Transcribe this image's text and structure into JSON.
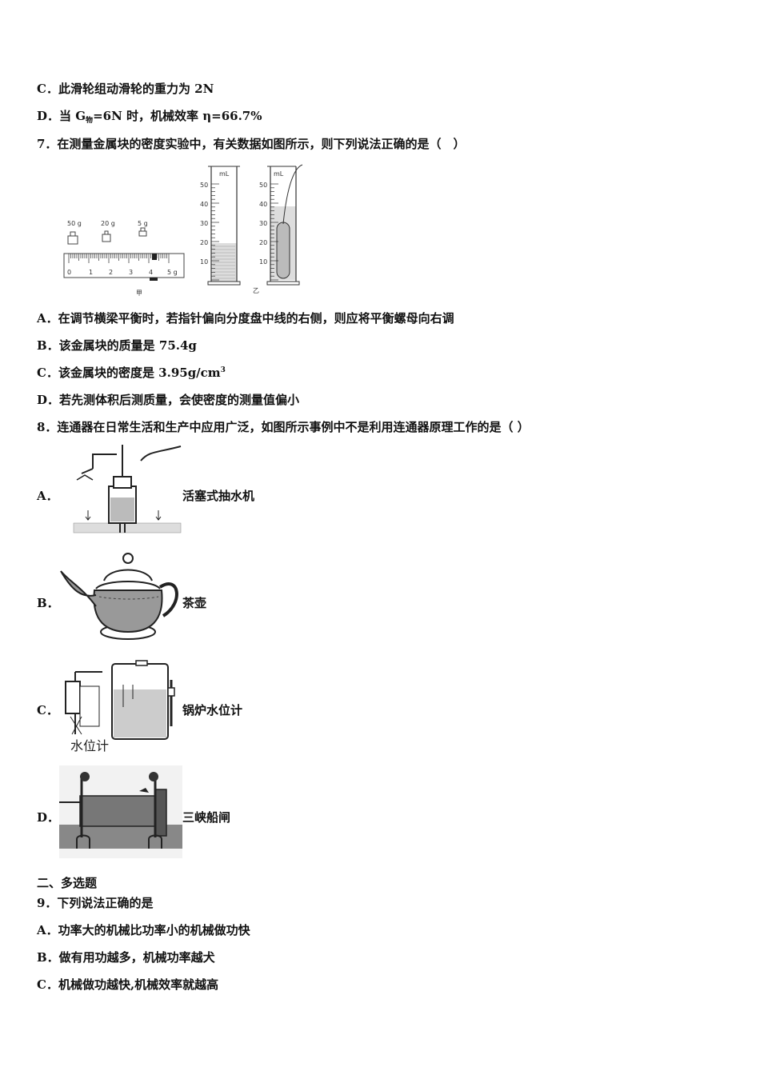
{
  "q6": {
    "opt_c": "C．此滑轮组动滑轮的重力为 2N",
    "opt_d_pre": "D．当 G",
    "opt_d_sub": "物",
    "opt_d_post": "=6N 时，机械效率 η=66.7%"
  },
  "q7": {
    "stem": "7．在测量金属块的密度实验中，有关数据如图所示，则下列说法正确的是（　）",
    "figure": {
      "weights": [
        "50 g",
        "20 g",
        "5 g"
      ],
      "scale_ticks": [
        "0",
        "1",
        "2",
        "3",
        "4",
        "5 g"
      ],
      "label_jia": "甲",
      "label_yi": "乙",
      "cylinder_unit": "mL",
      "cylinder_ticks": [
        "50",
        "40",
        "30",
        "20",
        "10"
      ]
    },
    "opt_a": "A．在调节横梁平衡时，若指针偏向分度盘中线的右侧，则应将平衡螺母向右调",
    "opt_b": "B．该金属块的质量是 75.4g",
    "opt_c_pre": "C．该金属块的密度是 3.95g/cm",
    "opt_c_sup": "3",
    "opt_d": "D．若先测体积后测质量，会使密度的测量值偏小"
  },
  "q8": {
    "stem": "8．连通器在日常生活和生产中应用广泛，如图所示事例中不是利用连通器原理工作的是（ ）",
    "options": [
      {
        "label": "A．",
        "caption": "活塞式抽水机"
      },
      {
        "label": "B．",
        "caption": "茶壶"
      },
      {
        "label": "C．",
        "caption": "锅炉水位计",
        "figure_text": "水位计"
      },
      {
        "label": "D．",
        "caption": "三峡船闸"
      }
    ]
  },
  "section2": {
    "title": "二、多选题",
    "q9_stem": "9．下列说法正确的是",
    "opt_a": "A．功率大的机械比功率小的机械做功快",
    "opt_b": "B．做有用功越多，机械功率越犬",
    "opt_c": "C．机械做功越快,机械效率就越高"
  }
}
